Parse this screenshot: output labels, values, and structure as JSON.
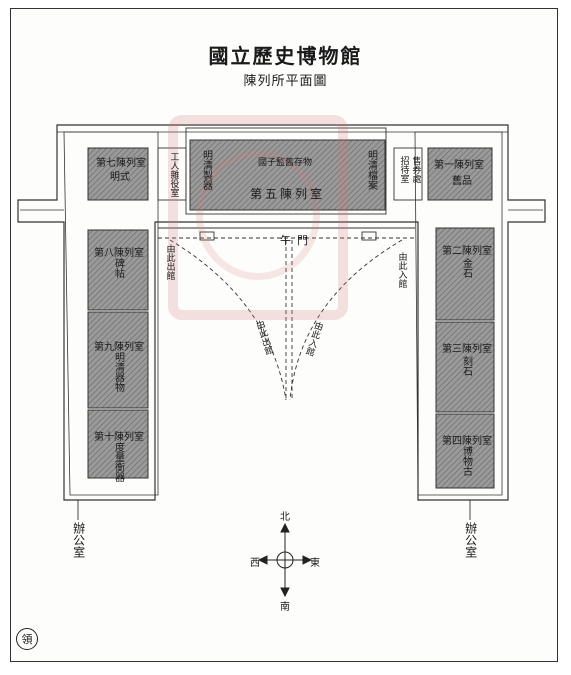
{
  "title": "國立歷史博物館",
  "subtitle": "陳列所平面圖",
  "rooms": {
    "room1": "第一陳列室",
    "room1_sub": "舊品",
    "room2": "第二陳列室",
    "room2_sub": "金石",
    "room3": "第三陳列室",
    "room3_sub": "刻石",
    "room4": "第四陳列室",
    "room4_sub": "博物古",
    "room5": "第五陳列室",
    "room5_sub": "國子監舊存物",
    "room5_left": "明清製器",
    "room5_right": "明清檔案",
    "room7": "第七陳列室",
    "room7_sub": "明式",
    "room8": "第八陳列室",
    "room8_sub": "碑帖",
    "room9": "第九陳列室",
    "room9_sub": "明清器物",
    "room10": "第十陳列室",
    "room10_sub": "度量衡器"
  },
  "labels": {
    "wumen": "午門",
    "entrance_right": "由此入館",
    "exit_left": "由此出館",
    "path_left": "由此出館",
    "path_right": "由此入館",
    "tickets": "售券處",
    "reception": "招待室",
    "tool_room": "工人雜役室",
    "office_left": "辦公室",
    "office_right": "辦公室",
    "corner_mark": "領"
  },
  "compass": {
    "north": "北",
    "south": "南",
    "east": "東",
    "west": "西"
  }
}
